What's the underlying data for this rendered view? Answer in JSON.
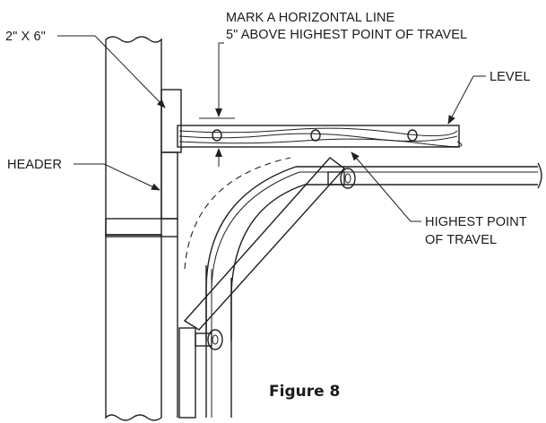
{
  "figure": {
    "caption": "Figure 8",
    "callouts": {
      "instruction_line1": "MARK A HORIZONTAL LINE",
      "instruction_line2": "5\" ABOVE HIGHEST POINT OF TRAVEL",
      "lumber": "2\" X 6\"",
      "header": "HEADER",
      "level": "LEVEL",
      "highest_point_line1": "HIGHEST POINT",
      "highest_point_line2": "OF TRAVEL"
    },
    "colors": {
      "ink": "#231f20",
      "gray_fill": "#b3b3b3",
      "wood_fill": "#d4d4d4"
    }
  }
}
